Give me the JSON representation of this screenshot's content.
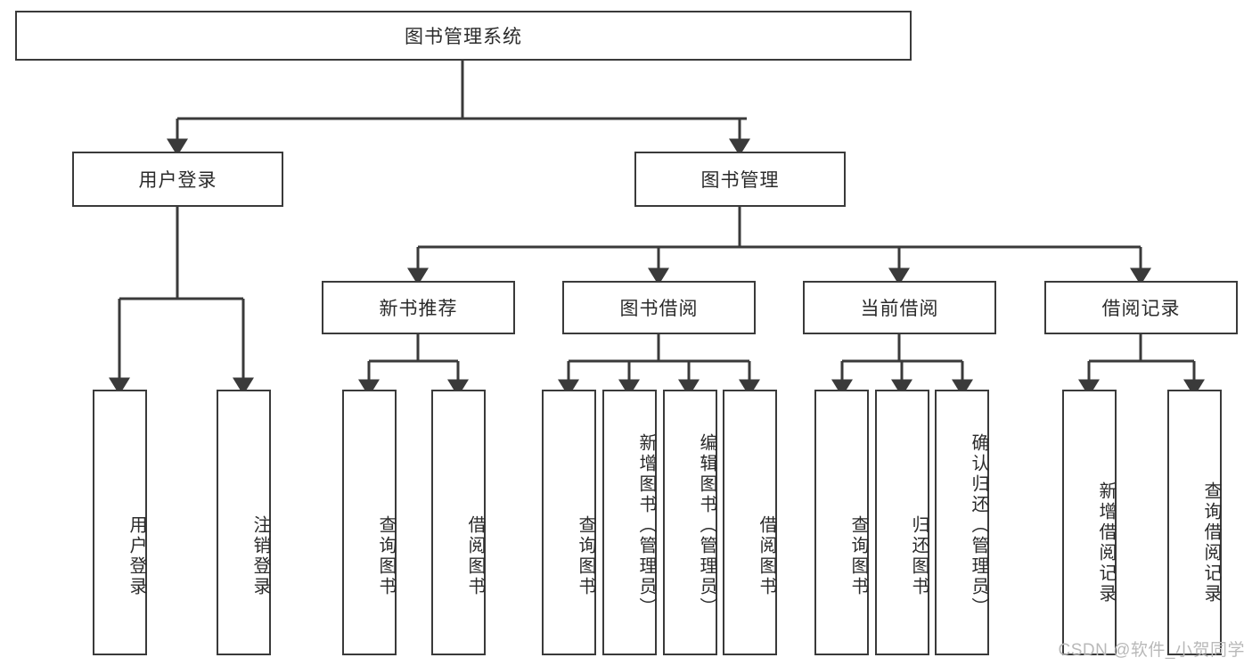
{
  "diagram": {
    "type": "tree",
    "title": "图书管理系统",
    "watermark": "CSDN @软件_小贺同学",
    "colors": {
      "box_border": "#3a3a3a",
      "box_fill": "#ffffff",
      "connector": "#3a3a3a",
      "text": "#2b2b2b",
      "watermark": "#b9b9b9"
    },
    "levels": {
      "root": {
        "label": "图书管理系统"
      },
      "level2": [
        {
          "label": "用户登录"
        },
        {
          "label": "图书管理"
        }
      ],
      "level3": [
        {
          "label": "新书推荐"
        },
        {
          "label": "图书借阅"
        },
        {
          "label": "当前借阅"
        },
        {
          "label": "借阅记录"
        }
      ]
    },
    "leaves": {
      "user_login": [
        {
          "label": "用户登录"
        },
        {
          "label": "注销登录"
        }
      ],
      "new_book_recommend": [
        {
          "label": "查询图书"
        },
        {
          "label": "借阅图书"
        }
      ],
      "book_borrow": [
        {
          "label": "查询图书"
        },
        {
          "label": "新增图书（管理员）"
        },
        {
          "label": "编辑图书（管理员）"
        },
        {
          "label": "借阅图书"
        }
      ],
      "current_borrow": [
        {
          "label": "查询图书"
        },
        {
          "label": "归还图书"
        },
        {
          "label": "确认归还（管理员）"
        }
      ],
      "borrow_record": [
        {
          "label": "新增借阅记录"
        },
        {
          "label": "查询借阅记录"
        }
      ]
    }
  }
}
